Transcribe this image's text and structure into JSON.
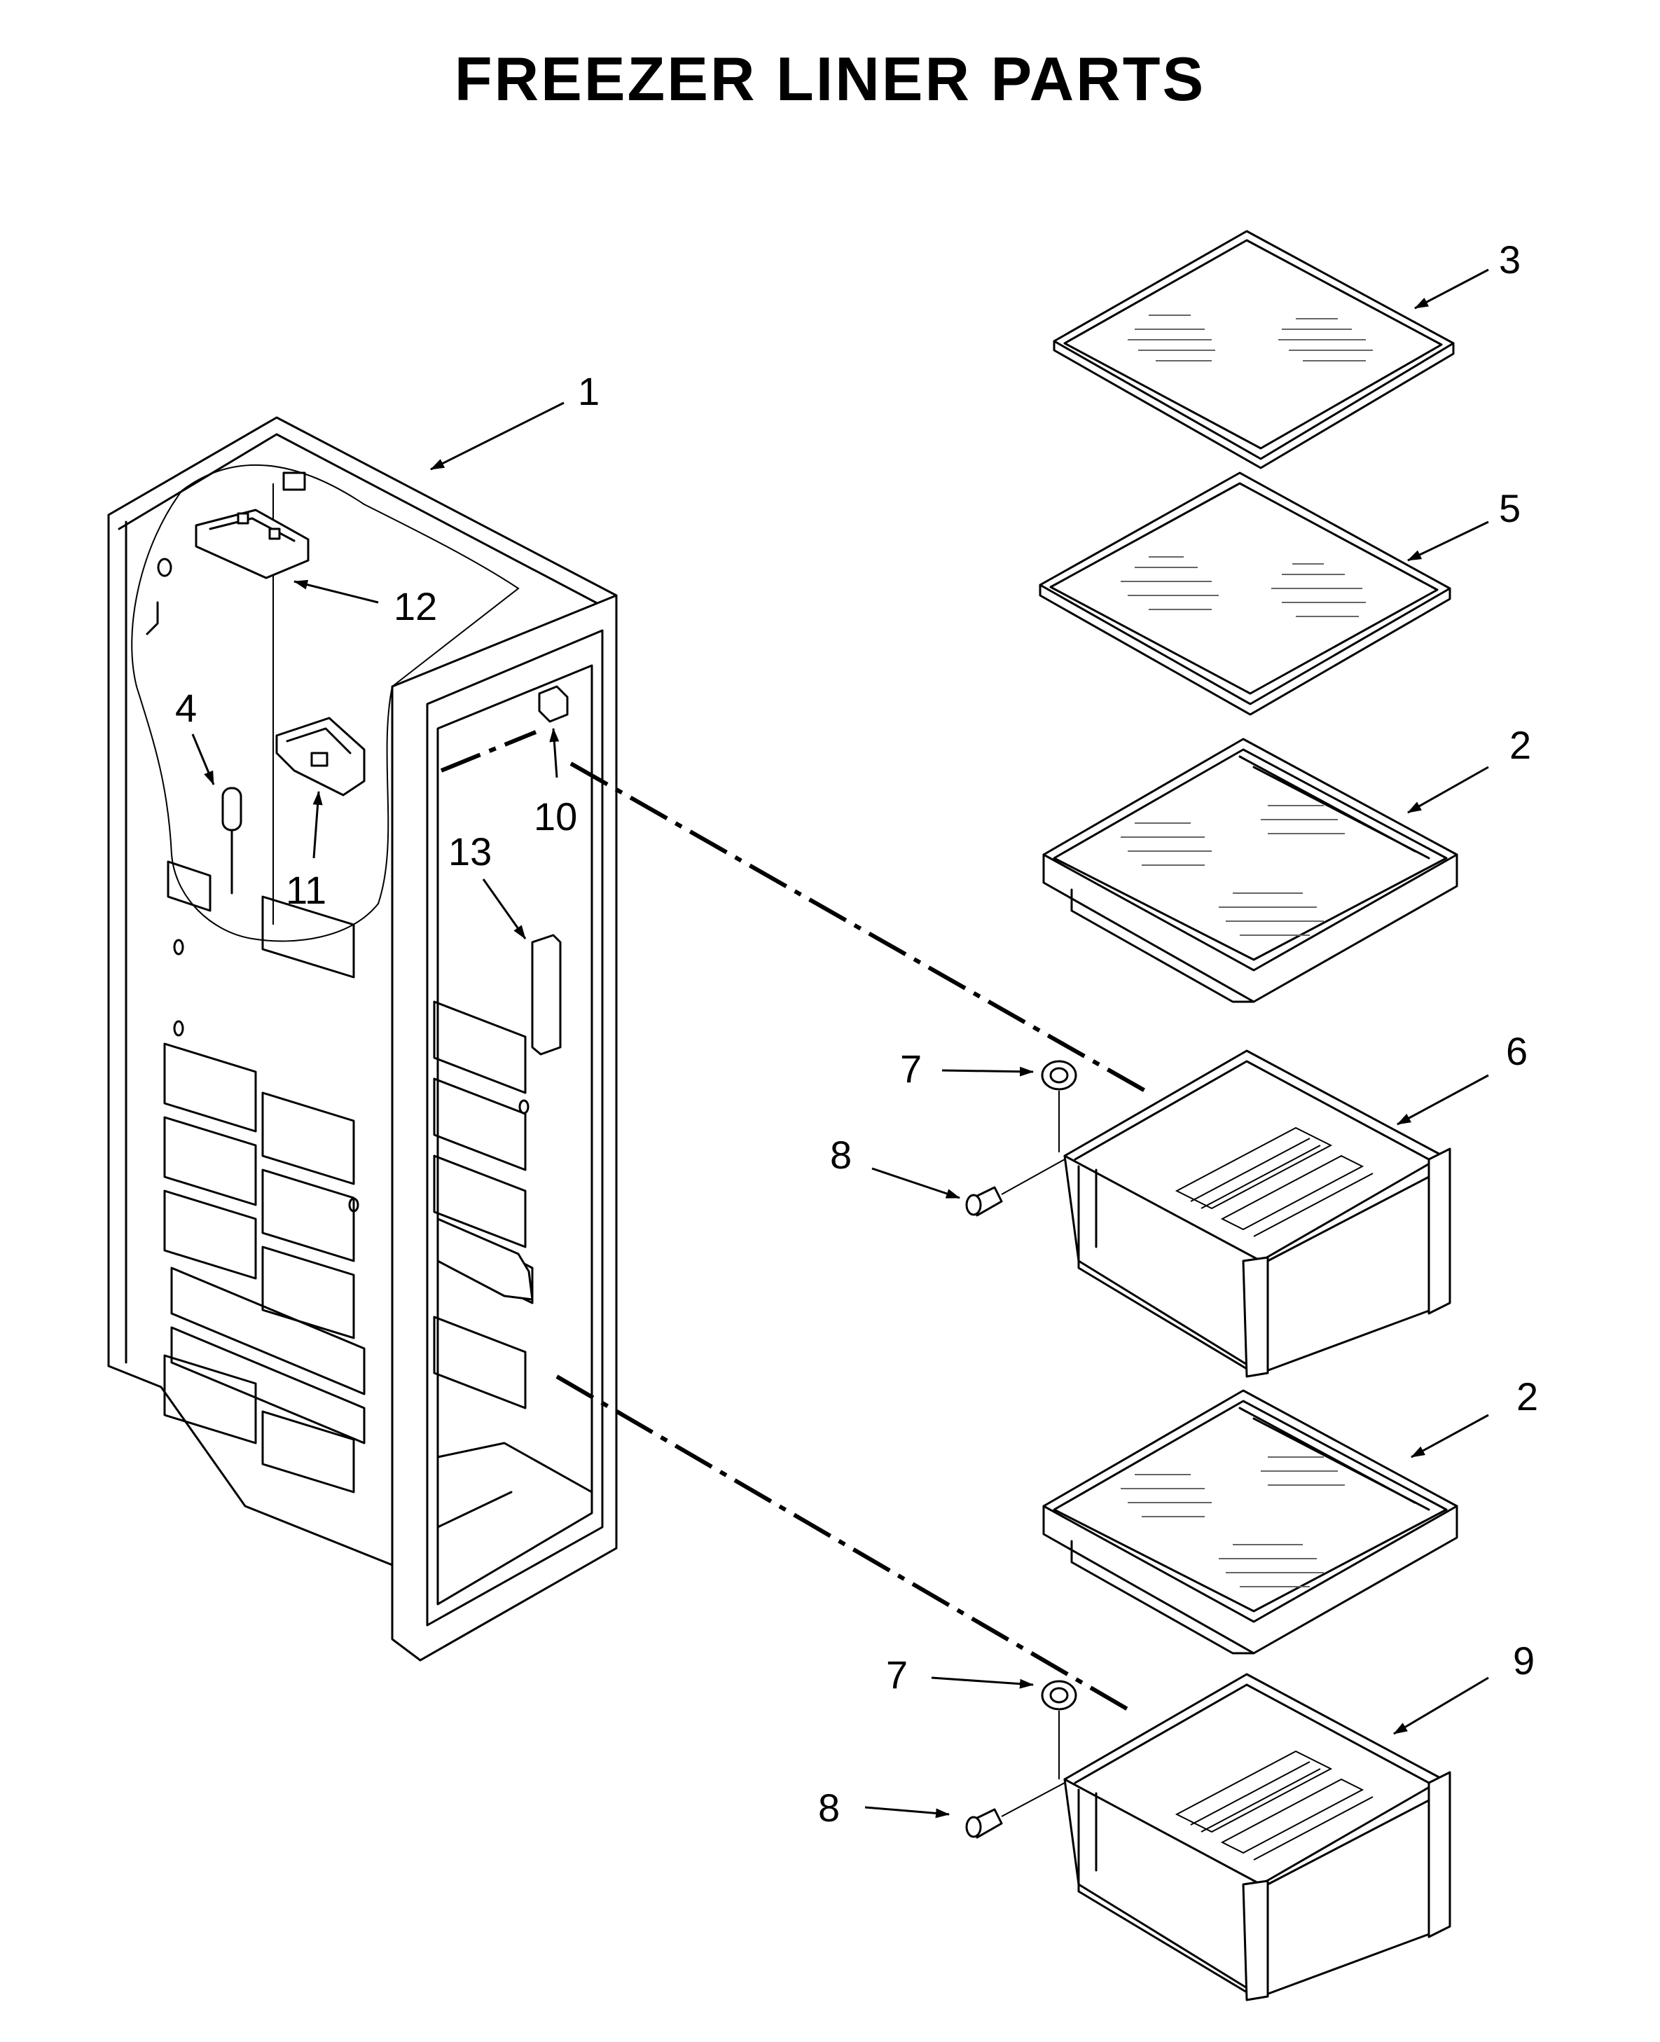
{
  "title": "FREEZER LINER PARTS",
  "callouts": {
    "c1": "1",
    "c2a": "2",
    "c2b": "2",
    "c3": "3",
    "c4": "4",
    "c5": "5",
    "c6": "6",
    "c7a": "7",
    "c7b": "7",
    "c8a": "8",
    "c8b": "8",
    "c9": "9",
    "c10": "10",
    "c11": "11",
    "c12": "12",
    "c13": "13"
  }
}
